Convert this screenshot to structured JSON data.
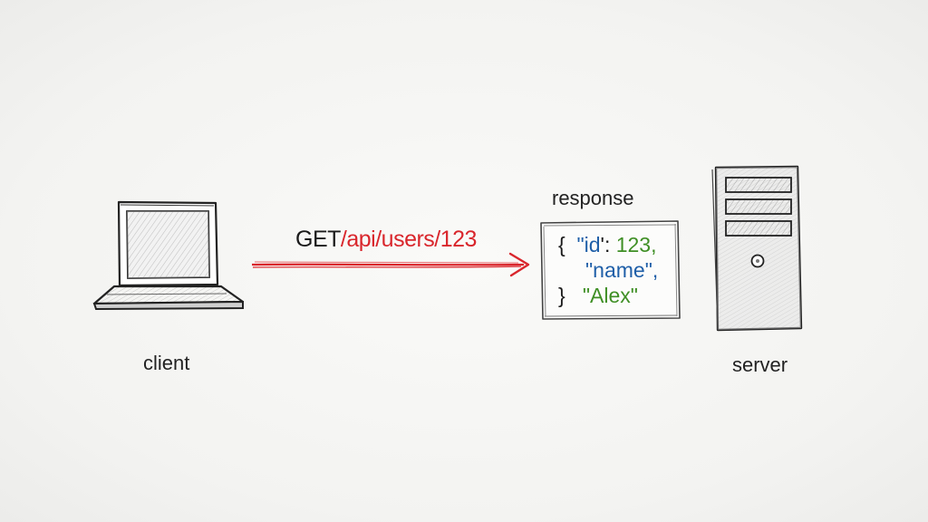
{
  "request": {
    "method": "GET",
    "path": "/api/users/123"
  },
  "labels": {
    "client": "client",
    "server": "server",
    "response": "response"
  },
  "response_json": {
    "open_brace": "{",
    "close_brace": "}",
    "key_id": "\"id",
    "id_sep": "':",
    "id_value": "123,",
    "key_name": "\"name\",",
    "name_value": "\"Alex\"",
    "name_trail": ","
  },
  "colors": {
    "request_path": "#d9262c",
    "arrow": "#d9262c",
    "json_key": "#1f5fa8",
    "json_value": "#3f8f25",
    "ink": "#1e1e1e"
  },
  "icons": {
    "client": "laptop-icon",
    "server": "server-tower-icon",
    "arrow": "arrow-right-icon"
  }
}
